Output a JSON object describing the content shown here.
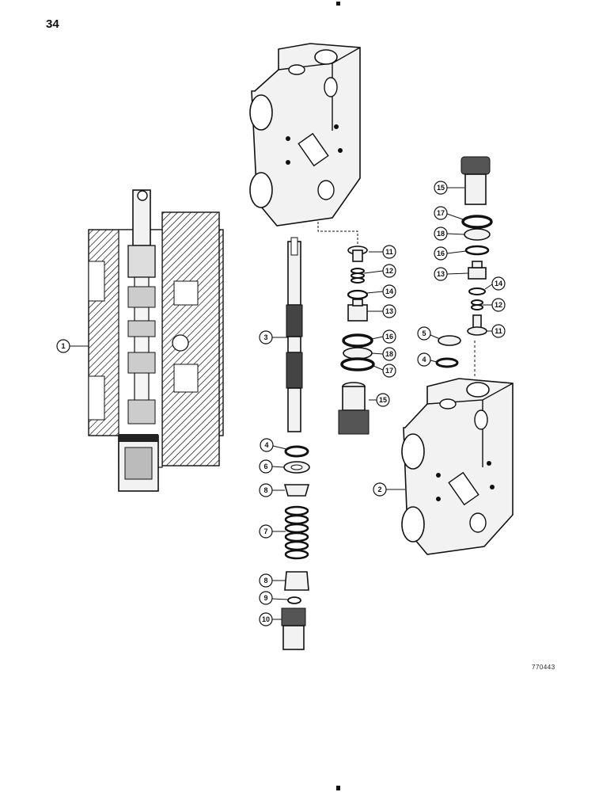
{
  "page": {
    "number": "34",
    "figure_code": "770443"
  },
  "callouts": [
    {
      "label": "1"
    },
    {
      "label": "2"
    },
    {
      "label": "3"
    },
    {
      "label": "4"
    },
    {
      "label": "4"
    },
    {
      "label": "5"
    },
    {
      "label": "6"
    },
    {
      "label": "7"
    },
    {
      "label": "8"
    },
    {
      "label": "8"
    },
    {
      "label": "9"
    },
    {
      "label": "10"
    },
    {
      "label": "11"
    },
    {
      "label": "11"
    },
    {
      "label": "12"
    },
    {
      "label": "12"
    },
    {
      "label": "13"
    },
    {
      "label": "13"
    },
    {
      "label": "14"
    },
    {
      "label": "14"
    },
    {
      "label": "15"
    },
    {
      "label": "15"
    },
    {
      "label": "16"
    },
    {
      "label": "16"
    },
    {
      "label": "17"
    },
    {
      "label": "17"
    },
    {
      "label": "18"
    },
    {
      "label": "18"
    }
  ]
}
